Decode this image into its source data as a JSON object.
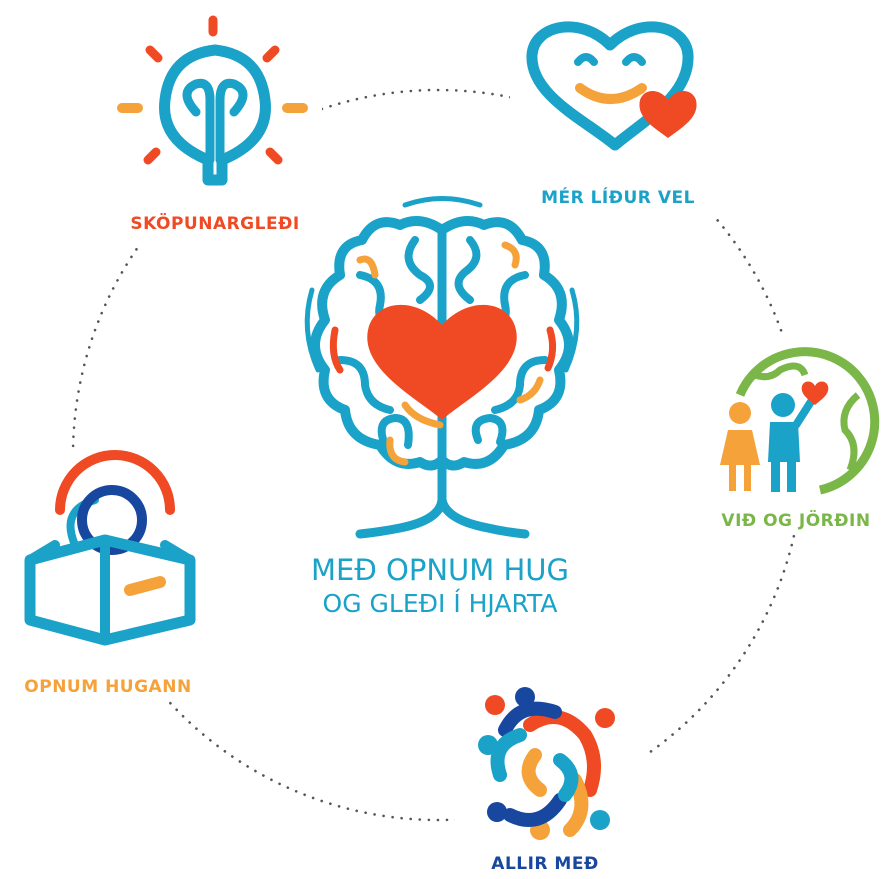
{
  "colors": {
    "teal": "#1aa2c8",
    "orange_red": "#ef4a23",
    "orange": "#f5a23a",
    "green": "#7ab648",
    "navy": "#17479e",
    "dots": "#555555"
  },
  "center": {
    "logo_icon": "brain-tree-heart-icon",
    "line1": "MEÐ OPNUM HUG",
    "line2": "OG GLEÐI Í HJARTA"
  },
  "values": [
    {
      "id": "creativity",
      "icon": "lightbulb-icon",
      "label": "SKÖPUNARGLEÐI"
    },
    {
      "id": "wellbeing",
      "icon": "smiling-heart-icon",
      "label": "MÉR LÍÐUR VEL"
    },
    {
      "id": "earth",
      "icon": "children-earth-icon",
      "label": "VIÐ OG JÖRÐIN"
    },
    {
      "id": "inclusion",
      "icon": "people-circle-icon",
      "label": "ALLIR MEÐ"
    },
    {
      "id": "open-mind",
      "icon": "open-box-icon",
      "label": "OPNUM HUGANN"
    }
  ]
}
